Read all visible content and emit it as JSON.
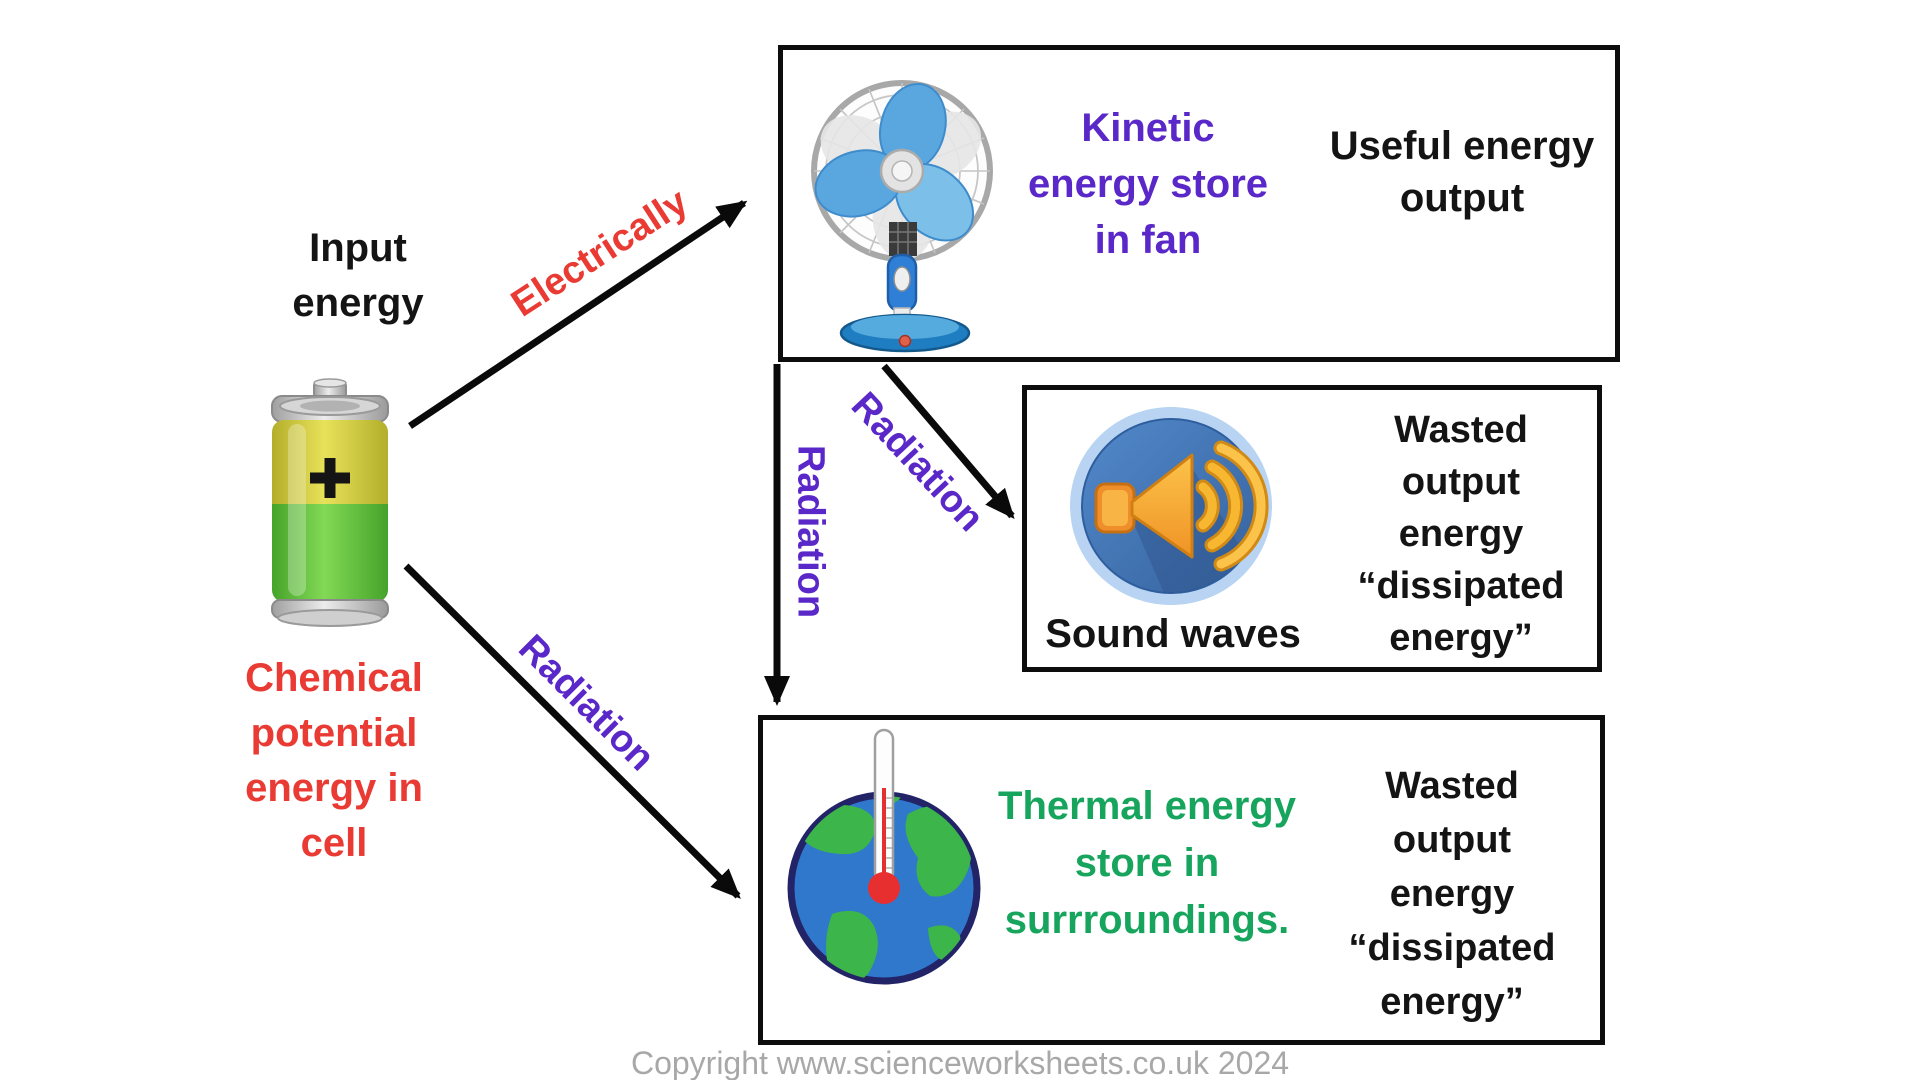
{
  "labels": {
    "input_energy": "Input\nenergy",
    "chemical_store": "Chemical\npotential\nenergy in\ncell",
    "electrically": "Electrically",
    "radiation_to_surroundings": "Radiation",
    "radiation_vertical": "Radiation",
    "radiation_to_sound": "Radiation"
  },
  "boxes": {
    "kinetic": {
      "store_label": "Kinetic\nenergy store\nin fan",
      "output_label": "Useful energy\noutput"
    },
    "sound": {
      "caption": "Sound waves",
      "wasted_label": "Wasted\noutput\nenergy\n“dissipated\nenergy”"
    },
    "thermal": {
      "store_label": "Thermal energy\nstore in\nsurrroundings.",
      "wasted_label": "Wasted\noutput\nenergy\n“dissipated\nenergy”"
    }
  },
  "battery": {
    "plus_sign": "+"
  },
  "footer": {
    "copyright": "Copyright www.scienceworksheets.co.uk 2024"
  },
  "icons": {
    "battery": "battery-cell-icon",
    "fan": "desk-fan-icon",
    "speaker": "loudspeaker-sound-icon",
    "earth": "earth-thermometer-icon",
    "arrows": "black-transfer-arrows"
  },
  "colors": {
    "red-accent": "#e93a33",
    "purple-accent": "#5a28c8",
    "green-accent": "#17a55e",
    "text-black": "#141414",
    "border-black": "#0d0d0d",
    "copyright-gray": "#a8a8a8",
    "battery-yellow": "#d9d43a",
    "battery-green": "#5cbb35",
    "fan-blue": "#4aa0dd",
    "speaker-orange": "#f5a623",
    "earth-blue": "#2f78cb",
    "earth-green": "#3cb54a"
  }
}
